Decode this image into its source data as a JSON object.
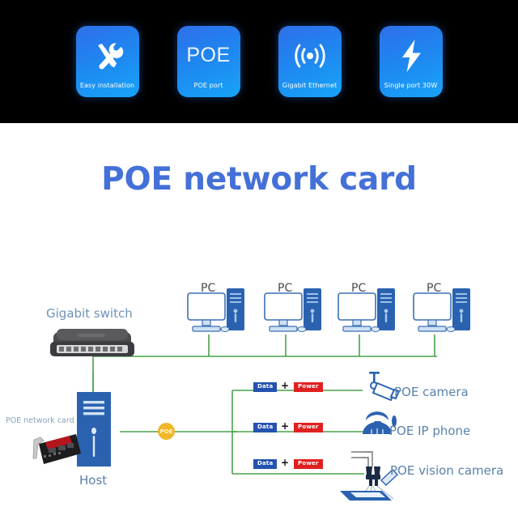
{
  "hero": {
    "background_color": "#000000",
    "badges": [
      {
        "icon": "tools-icon",
        "caption": "Easy installation",
        "glyph_text": ""
      },
      {
        "icon": "poe-text-icon",
        "caption": "POE port",
        "glyph_text": "POE"
      },
      {
        "icon": "wifi-signal-icon",
        "caption": "Gigabit Ethernet",
        "glyph_text": ""
      },
      {
        "icon": "lightning-bolt-icon",
        "caption": "Single port 30W",
        "glyph_text": ""
      }
    ]
  },
  "title": {
    "text": "POE network card",
    "color": "#4470d8"
  },
  "diagram": {
    "switch_label": "Gigabit switch",
    "card_label": "POE network card",
    "host_label": "Host",
    "poe_badge": "POE",
    "line_color": "#4aa24a",
    "pcs": [
      {
        "label": "PC"
      },
      {
        "label": "PC"
      },
      {
        "label": "PC"
      },
      {
        "label": "PC"
      }
    ],
    "links": [
      {
        "data_label": "Data",
        "plus": "+",
        "power_label": "Power",
        "device_label": "POE camera",
        "device_icon": "cctv-camera-icon"
      },
      {
        "data_label": "Data",
        "plus": "+",
        "power_label": "Power",
        "device_label": "POE IP phone",
        "device_icon": "ip-phone-icon"
      },
      {
        "data_label": "Data",
        "plus": "+",
        "power_label": "Power",
        "device_label": "POE vision camera",
        "device_icon": "vision-camera-icon"
      }
    ],
    "colors": {
      "data_chip": "#2452b0",
      "power_chip": "#e02020",
      "poe_badge": "#f0b728",
      "device_blue": "#2b62b0",
      "label_blue": "#5a82ab"
    }
  }
}
